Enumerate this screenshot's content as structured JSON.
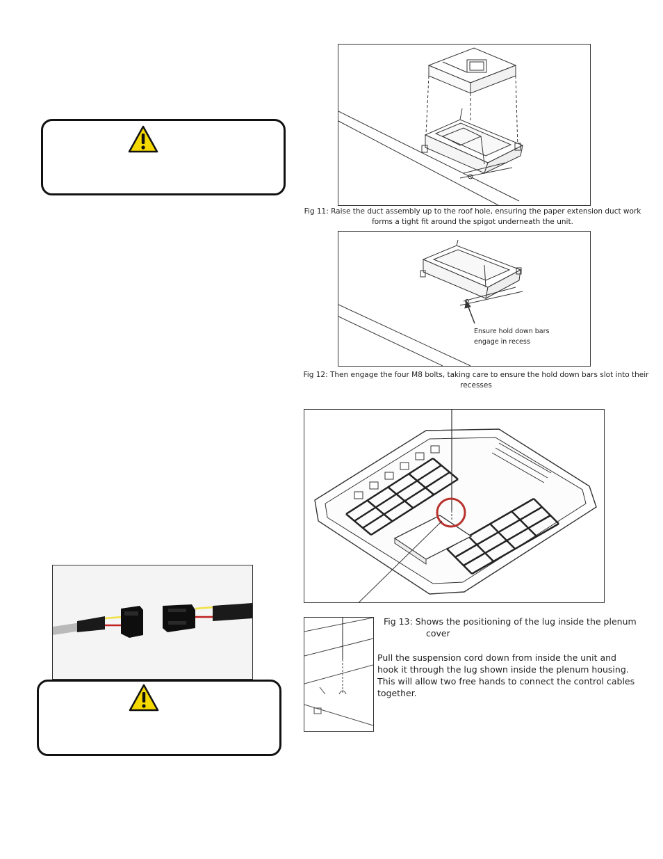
{
  "warnings": {
    "top": {
      "icon": "warning-triangle-icon"
    },
    "bottom": {
      "icon": "warning-triangle-icon"
    }
  },
  "fig11": {
    "caption_line1": "Fig 11: Raise the duct assembly up to the roof hole, ensuring the paper extension duct work",
    "caption_line2": "forms a tight fit around the spigot underneath the unit."
  },
  "fig12": {
    "callout_line1": "Ensure hold down bars",
    "callout_line2": "engage in recess",
    "caption_line1": "Fig 12: Then engage the four M8 bolts, taking care to ensure the hold down bars slot into their",
    "caption_line2": "recesses"
  },
  "fig13": {
    "title_line1": "Fig 13: Shows the positioning of the lug inside the plenum",
    "title_line2": "cover",
    "body_line1": "Pull the suspension cord down from inside the unit and",
    "body_line2": "hook it through the lug shown inside the plenum housing.",
    "body_line3": "This will allow two free hands to connect the control cables",
    "body_line4": "together."
  },
  "colors": {
    "warning_yellow": "#f5d800",
    "highlight_circle": "#b8322e"
  }
}
